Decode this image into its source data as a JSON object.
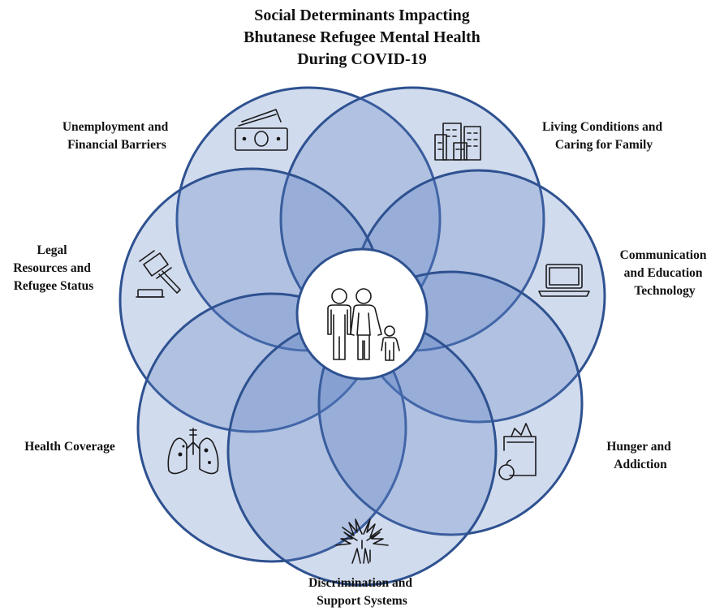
{
  "title": {
    "line1": "Social Determinants Impacting",
    "line2": "Bhutanese Refugee Mental Health",
    "line3": "During COVID-19"
  },
  "labels": {
    "unemployment": [
      "Unemployment and",
      "Financial Barriers"
    ],
    "living": [
      "Living Conditions and",
      "Caring for Family"
    ],
    "communication": [
      "Communication",
      "and Education",
      "Technology"
    ],
    "legal": [
      "Legal",
      "Resources and",
      "Refugee Status"
    ],
    "health": [
      "Health Coverage"
    ],
    "hunger": [
      "Hunger and",
      "Addiction"
    ],
    "discrimination": [
      "Discrimination and",
      "Support Systems"
    ]
  },
  "icons": {
    "unemployment": "money-icon",
    "living": "buildings-icon",
    "communication": "laptop-icon",
    "legal": "gavel-icon",
    "health": "lungs-icon",
    "hunger": "grocery-bag-icon",
    "discrimination": "hands-icon",
    "center": "family-icon"
  },
  "colors": {
    "petal_fill": "#5a7fc2",
    "petal_stroke": "#2e5190",
    "center_fill": "#ffffff"
  }
}
